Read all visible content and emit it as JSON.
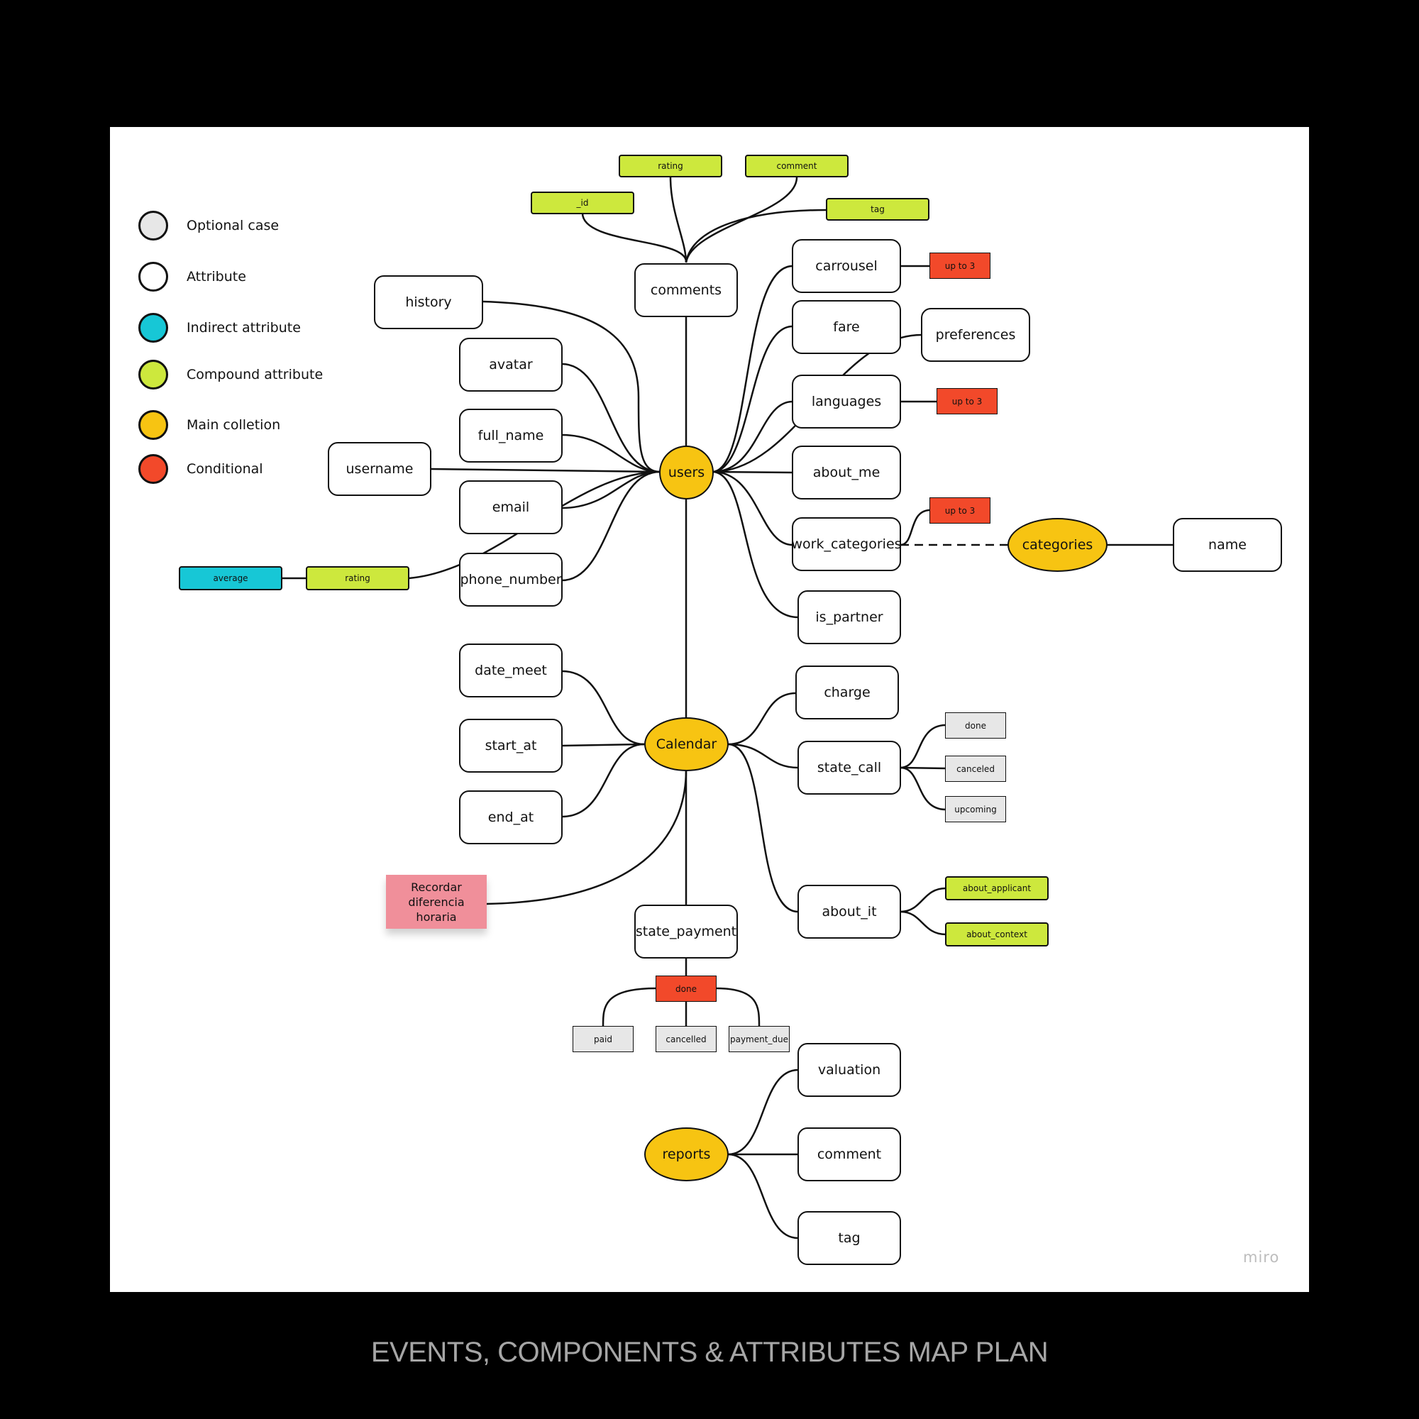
{
  "title": "EVENTS, COMPONENTS & ATTRIBUTES MAP PLAN",
  "watermark": "miro",
  "colors": {
    "main": "#f7c412",
    "compound": "#cde83d",
    "conditional": "#f2492a",
    "optional": "#e7e7e7",
    "indirect": "#17c7d6",
    "sticky": "#f08f9a"
  },
  "legend": [
    {
      "label": "Optional case",
      "color": "#e7e7e7"
    },
    {
      "label": "Attribute",
      "color": "#ffffff"
    },
    {
      "label": "Indirect attribute",
      "color": "#17c7d6"
    },
    {
      "label": "Compound attribute",
      "color": "#cde83d"
    },
    {
      "label": "Main colletion",
      "color": "#f7c412"
    },
    {
      "label": "Conditional",
      "color": "#f2492a"
    }
  ],
  "nodes": {
    "users": "users",
    "calendar": "Calendar",
    "reports": "reports",
    "categories": "categories",
    "comments": "comments",
    "history": "history",
    "avatar": "avatar",
    "full_name": "full_name",
    "username": "username",
    "email": "email",
    "phone_number": "phone_number",
    "rating_left": "rating",
    "average": "average",
    "carrousel": "carrousel",
    "fare": "fare",
    "preferences": "preferences",
    "languages": "languages",
    "about_me": "about_me",
    "work_categories": "work_categories",
    "is_partner": "is_partner",
    "name": "name",
    "up_to_3_a": "up to 3",
    "up_to_3_b": "up to 3",
    "up_to_3_c": "up to 3",
    "c_id": "_id",
    "c_rating": "rating",
    "c_comment": "comment",
    "c_tag": "tag",
    "date_meet": "date_meet",
    "start_at": "start_at",
    "end_at": "end_at",
    "charge": "charge",
    "state_call": "state_call",
    "sc_done": "done",
    "sc_canceled": "canceled",
    "sc_upcoming": "upcoming",
    "about_it": "about_it",
    "about_applicant": "about_applicant",
    "about_context": "about_context",
    "state_payment": "state_payment",
    "sp_done": "done",
    "paid": "paid",
    "cancelled": "cancelled",
    "payment_due": "payment_due",
    "sticky_note": "Recordar diferencia horaria",
    "valuation": "valuation",
    "r_comment": "comment",
    "r_tag": "tag"
  }
}
